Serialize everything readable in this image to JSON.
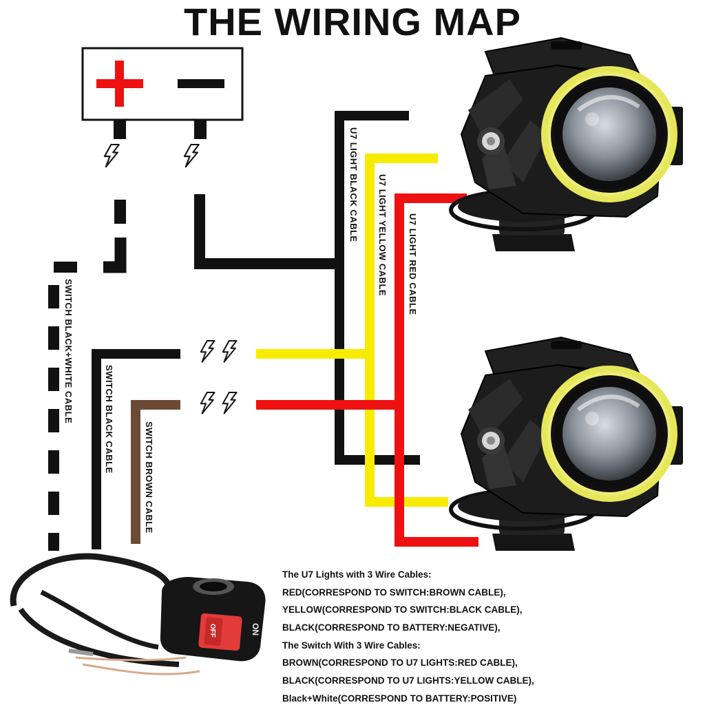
{
  "title": "THE WIRING MAP",
  "battery": {
    "positive_symbol": "+",
    "negative_symbol": "−"
  },
  "cable_labels": {
    "u7_black": "U7 LIGHT BLACK CABLE",
    "u7_yellow": "U7 LIGHT YELLOW CABLE",
    "u7_red": "U7 LIGHT RED CABLE",
    "switch_black_white": "SWITCH BLACK+WHITE CABLE",
    "switch_black": "SWITCH BLACK CABLE",
    "switch_brown": "SWITCH BROWN CABLE"
  },
  "switch": {
    "on_label": "ON",
    "off_label": "OFF"
  },
  "legend": {
    "lines": [
      "The U7 Lights with 3 Wire Cables:",
      "RED(CORRESPOND TO SWITCH:BROWN CABLE),",
      "YELLOW(CORRESPOND TO SWITCH:BLACK CABLE),",
      "BLACK(CORRESPOND TO BATTERY:NEGATIVE),",
      "The Switch With 3 Wire Cables:",
      "BROWN(CORRESPOND TO U7 LIGHTS:RED CABLE),",
      "BLACK(CORRESPOND TO U7 LIGHTS:YELLOW CABLE),",
      "Black+White(CORRESPOND TO BATTERY:POSITIVE)"
    ]
  },
  "colors": {
    "wire_black": "#111111",
    "wire_red": "#ee1111",
    "wire_yellow": "#f7ec00",
    "wire_brown": "#6b4a36",
    "halo_ring": "#f2f2a0",
    "light_body": "#1c1c1c"
  },
  "icons": [
    "lightning-bolt-icon",
    "plus-icon",
    "minus-icon"
  ]
}
